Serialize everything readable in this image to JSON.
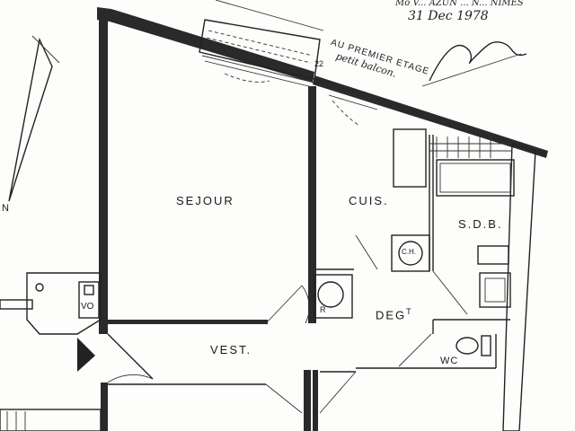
{
  "header": {
    "address_line": "Mo V... AZUN ... N... NIMES",
    "date": "31 Dec 1978"
  },
  "annotation": {
    "floor_note": "AU PREMIER ETAGE",
    "balcony_note": "petit balcon.",
    "dimension": "22"
  },
  "rooms": {
    "sejour": "SEJOUR",
    "cuisine": "CUIS.",
    "sdb": "S.D.B.",
    "degagement": "DEG",
    "degagement_sup": "T",
    "vestibule": "VEST.",
    "wc": "WC"
  },
  "fixtures": {
    "chauffe_eau": "C.H.",
    "vide_ordures": "VO",
    "refrigerateur": "R"
  },
  "compass": {
    "north": "N"
  },
  "colors": {
    "ink": "#1a1a1a",
    "paper": "#fdfdfb"
  }
}
